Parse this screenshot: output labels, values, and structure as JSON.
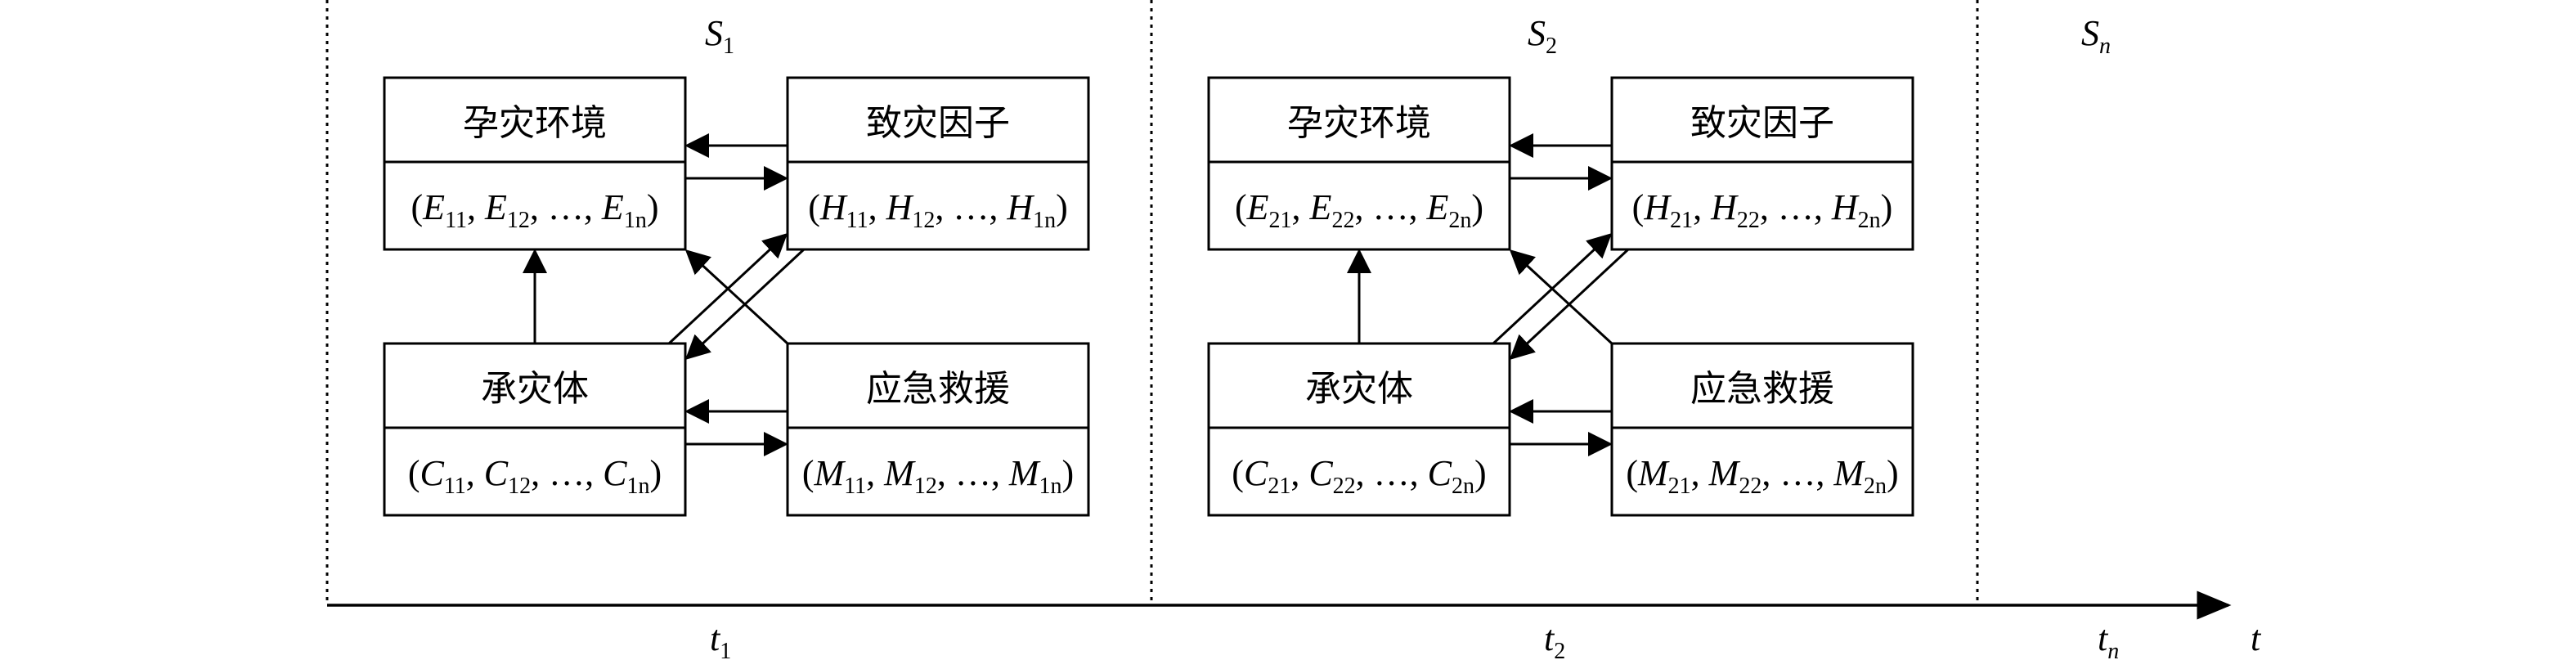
{
  "stages": [
    {
      "label_main": "S",
      "label_sub": "1",
      "time_main": "t",
      "time_sub": "1",
      "environment": {
        "title": "孕灾环境",
        "sym": "E",
        "s1": "11",
        "s2": "12",
        "sn": "1n"
      },
      "hazard": {
        "title": "致灾因子",
        "sym": "H",
        "s1": "11",
        "s2": "12",
        "sn": "1n"
      },
      "carrier": {
        "title": "承灾体",
        "sym": "C",
        "s1": "11",
        "s2": "12",
        "sn": "1n"
      },
      "rescue": {
        "title": "应急救援",
        "sym": "M",
        "s1": "11",
        "s2": "12",
        "sn": "1n"
      }
    },
    {
      "label_main": "S",
      "label_sub": "2",
      "time_main": "t",
      "time_sub": "2",
      "environment": {
        "title": "孕灾环境",
        "sym": "E",
        "s1": "21",
        "s2": "22",
        "sn": "2n"
      },
      "hazard": {
        "title": "致灾因子",
        "sym": "H",
        "s1": "21",
        "s2": "22",
        "sn": "2n"
      },
      "carrier": {
        "title": "承灾体",
        "sym": "C",
        "s1": "21",
        "s2": "22",
        "sn": "2n"
      },
      "rescue": {
        "title": "应急救援",
        "sym": "M",
        "s1": "21",
        "s2": "22",
        "sn": "2n"
      }
    },
    {
      "label_main": "S",
      "label_sub": "n",
      "time_main": "t",
      "time_sub": "n"
    }
  ],
  "axis_label": "t",
  "ellipsis": "…"
}
